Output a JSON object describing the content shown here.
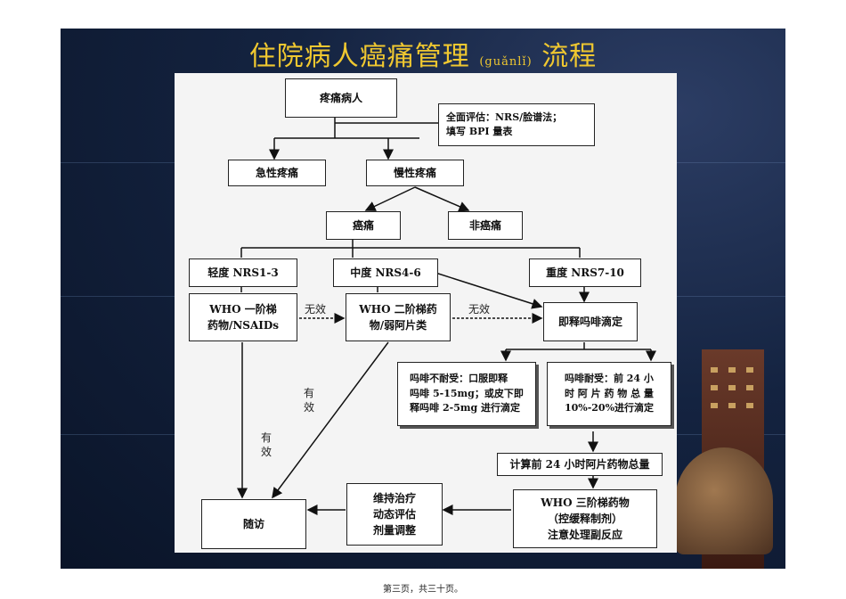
{
  "title": {
    "main": "住院病人癌痛管理",
    "pinyin": "(guǎnlǐ)",
    "suffix": "流程"
  },
  "boxes": {
    "pain_patient": "疼痛病人",
    "assess": "全面评估：NRS/脸谱法；\n填写 BPI 量表",
    "acute": "急性疼痛",
    "chronic": "慢性疼痛",
    "cancer": "癌痛",
    "noncancer": "非癌痛",
    "mild": "轻度 NRS1-3",
    "moderate": "中度 NRS4-6",
    "severe": "重度 NRS7-10",
    "step1": "WHO 一阶梯\n药物/NSAIDs",
    "step2": "WHO  二阶梯药\n物/弱阿片类",
    "morphine": "即释吗啡滴定",
    "intolerant": "吗啡不耐受：口服即释\n吗啡 5-15mg；或皮下即\n释吗啡 2-5mg 进行滴定",
    "tolerant": "吗啡耐受：前 24 小\n时 阿 片 药 物 总 量\n10%-20%进行滴定",
    "calc": "计算前 24 小时阿片药物总量",
    "step3": "WHO 三阶梯药物\n（控缓释制剂）\n注意处理副反应",
    "maintain": "维持治疗\n动态评估\n剂量调整",
    "followup": "随访"
  },
  "labels": {
    "ineffective1": "无效",
    "ineffective2": "无效",
    "effective1": "有\n效",
    "effective2": "有\n效"
  },
  "footer": "第三页，共三十页。"
}
